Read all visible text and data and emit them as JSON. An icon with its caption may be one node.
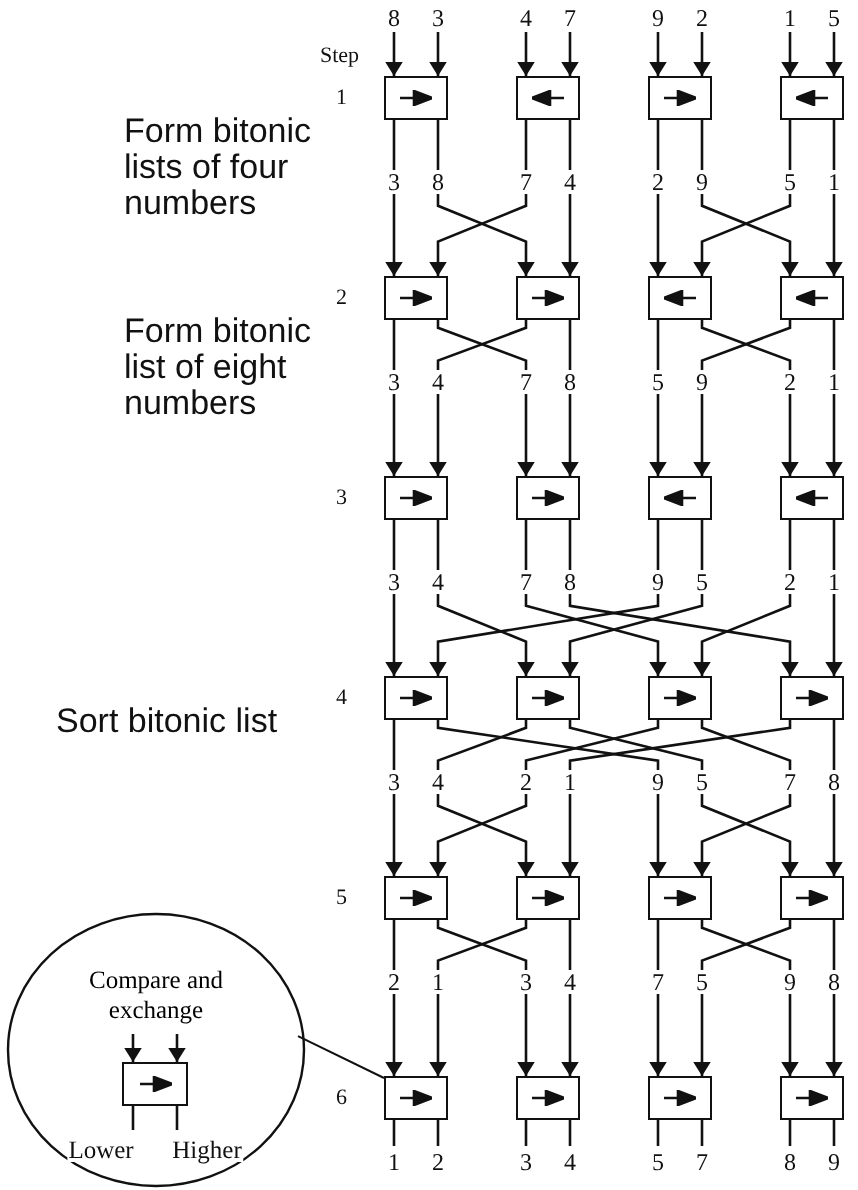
{
  "diagram": {
    "nodes": [
      {
        "text": [],
        "shape": "box"
      },
      {
        "text": [],
        "shape": "box"
      },
      {
        "text": [],
        "shape": "box"
      },
      {
        "text": [],
        "shape": "box"
      },
      {
        "text": [],
        "shape": "box"
      },
      {
        "text": [],
        "shape": "box"
      },
      {
        "text": [],
        "shape": "box"
      },
      {
        "text": [],
        "shape": "box"
      },
      {
        "text": [],
        "shape": "box"
      },
      {
        "text": [],
        "shape": "box"
      },
      {
        "text": [],
        "shape": "box"
      },
      {
        "text": [],
        "shape": "box"
      },
      {
        "text": [],
        "shape": "box"
      },
      {
        "text": [],
        "shape": "box"
      },
      {
        "text": [],
        "shape": "box"
      },
      {
        "text": [],
        "shape": "box"
      },
      {
        "text": [],
        "shape": "box"
      },
      {
        "text": [],
        "shape": "box"
      },
      {
        "text": [],
        "shape": "box"
      },
      {
        "text": [],
        "shape": "box"
      },
      {
        "text": [],
        "shape": "box"
      },
      {
        "text": [],
        "shape": "box"
      },
      {
        "text": [],
        "shape": "box"
      },
      {
        "text": [],
        "shape": "box"
      },
      {
        "text": [
          "Compare and exchange"
        ]
      },
      {
        "text": [],
        "shape": "box",
        "in": 24
      }
    ],
    "edges": [
      {
        "from": null,
        "to": 0,
        "arrow": "to",
        "label": "8"
      },
      {
        "from": null,
        "to": 0,
        "arrow": "to",
        "label": "3"
      },
      {
        "from": null,
        "to": 1,
        "arrow": "to",
        "label": "4"
      },
      {
        "from": null,
        "to": 1,
        "arrow": "to",
        "label": "7"
      },
      {
        "from": null,
        "to": 2,
        "arrow": "to",
        "label": "9"
      },
      {
        "from": null,
        "to": 2,
        "arrow": "to",
        "label": "2"
      },
      {
        "from": null,
        "to": 3,
        "arrow": "to",
        "label": "1"
      },
      {
        "from": null,
        "to": 3,
        "arrow": "to",
        "label": "5"
      },
      {
        "from": 0,
        "to": 4,
        "arrow": "to",
        "label": "3"
      },
      {
        "from": 0,
        "to": 5,
        "arrow": "to",
        "label": "8"
      },
      {
        "from": 1,
        "to": 4,
        "arrow": "to",
        "label": "7"
      },
      {
        "from": 1,
        "to": 5,
        "arrow": "to",
        "label": "4"
      },
      {
        "from": 2,
        "to": 6,
        "arrow": "to",
        "label": "2"
      },
      {
        "from": 2,
        "to": 7,
        "arrow": "to",
        "label": "9"
      },
      {
        "from": 3,
        "to": 6,
        "arrow": "to",
        "label": "5"
      },
      {
        "from": 3,
        "to": 7,
        "arrow": "to",
        "label": "1"
      },
      {
        "from": 4,
        "to": 8,
        "arrow": "to",
        "label": "3"
      },
      {
        "from": 5,
        "to": 8,
        "arrow": "to",
        "label": "4"
      },
      {
        "from": 4,
        "to": 9,
        "arrow": "to",
        "label": "7"
      },
      {
        "from": 5,
        "to": 9,
        "arrow": "to",
        "label": "8"
      },
      {
        "from": 6,
        "to": 10,
        "arrow": "to",
        "label": "5"
      },
      {
        "from": 7,
        "to": 10,
        "arrow": "to",
        "label": "9"
      },
      {
        "from": 6,
        "to": 11,
        "arrow": "to",
        "label": "2"
      },
      {
        "from": 7,
        "to": 11,
        "arrow": "to",
        "label": "1"
      },
      {
        "from": 8,
        "to": 12,
        "arrow": "to",
        "label": "3"
      },
      {
        "from": 8,
        "to": 13,
        "arrow": "to",
        "label": "4"
      },
      {
        "from": 9,
        "to": 14,
        "arrow": "to",
        "label": "7"
      },
      {
        "from": 9,
        "to": 15,
        "arrow": "to",
        "label": "8"
      },
      {
        "from": 10,
        "to": 12,
        "arrow": "to",
        "label": "9"
      },
      {
        "from": 10,
        "to": 13,
        "arrow": "to",
        "label": "5"
      },
      {
        "from": 11,
        "to": 14,
        "arrow": "to",
        "label": "2"
      },
      {
        "from": 11,
        "to": 15,
        "arrow": "to",
        "label": "1"
      },
      {
        "from": 12,
        "to": 16,
        "arrow": "to",
        "label": "3"
      },
      {
        "from": 13,
        "to": 17,
        "arrow": "to",
        "label": "4"
      },
      {
        "from": 14,
        "to": 16,
        "arrow": "to",
        "label": "2"
      },
      {
        "from": 15,
        "to": 17,
        "arrow": "to",
        "label": "1"
      },
      {
        "from": 12,
        "to": 18,
        "arrow": "to",
        "label": "9"
      },
      {
        "from": 13,
        "to": 19,
        "arrow": "to",
        "label": "5"
      },
      {
        "from": 14,
        "to": 18,
        "arrow": "to",
        "label": "7"
      },
      {
        "from": 15,
        "to": 19,
        "arrow": "to",
        "label": "8"
      },
      {
        "from": 16,
        "to": 20,
        "arrow": "to",
        "label": "2"
      },
      {
        "from": 17,
        "to": 20,
        "arrow": "to",
        "label": "1"
      },
      {
        "from": 16,
        "to": 21,
        "arrow": "to",
        "label": "3"
      },
      {
        "from": 17,
        "to": 21,
        "arrow": "to",
        "label": "4"
      },
      {
        "from": 18,
        "to": 22,
        "arrow": "to",
        "label": "7"
      },
      {
        "from": 19,
        "to": 22,
        "arrow": "to",
        "label": "5"
      },
      {
        "from": 18,
        "to": 23,
        "arrow": "to",
        "label": "9"
      },
      {
        "from": 19,
        "to": 23,
        "arrow": "to",
        "label": "8"
      },
      {
        "from": 20,
        "to": null,
        "arrow": "none",
        "label": "1"
      },
      {
        "from": 20,
        "to": null,
        "arrow": "none",
        "label": "2"
      },
      {
        "from": 21,
        "to": null,
        "arrow": "none",
        "label": "3"
      },
      {
        "from": 21,
        "to": null,
        "arrow": "none",
        "label": "4"
      },
      {
        "from": 22,
        "to": null,
        "arrow": "none",
        "label": "5"
      },
      {
        "from": 22,
        "to": null,
        "arrow": "none",
        "label": "7"
      },
      {
        "from": 23,
        "to": null,
        "arrow": "none",
        "label": "8"
      },
      {
        "from": 23,
        "to": null,
        "arrow": "none",
        "label": "9"
      },
      {
        "from": null,
        "to": 25,
        "arrow": "to"
      },
      {
        "from": null,
        "to": 25,
        "arrow": "to"
      },
      {
        "from": 25,
        "to": null,
        "arrow": "none",
        "label": "Lower"
      },
      {
        "from": 25,
        "to": null,
        "arrow": "none",
        "label": "Higher"
      },
      {
        "from": 24,
        "to": 20,
        "arrow": "none"
      }
    ],
    "labels": [
      "Step",
      "1",
      "Form bitonic lists of four numbers",
      "2",
      "Form bitonic list of eight numbers",
      "3",
      "4",
      "Sort bitonic list",
      "5",
      "6"
    ]
  }
}
